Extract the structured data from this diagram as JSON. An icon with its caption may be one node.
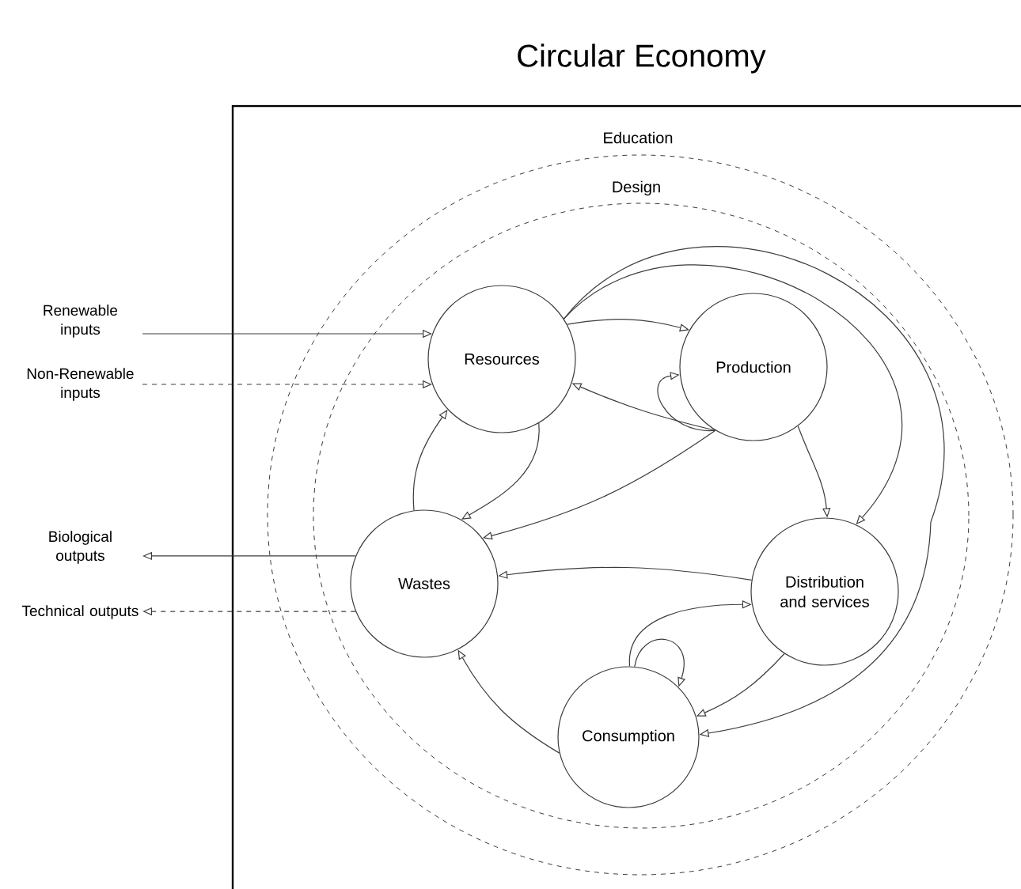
{
  "diagram": {
    "title": "Circular Economy",
    "nodes": [
      {
        "text": [
          "Education"
        ]
      },
      {
        "text": [
          "Design"
        ],
        "in": 0
      },
      {
        "text": [
          "Renewable inputs"
        ]
      },
      {
        "text": [
          "Non-Renewable inputs"
        ]
      },
      {
        "text": [
          "Biological outputs"
        ]
      },
      {
        "text": [
          "Technical outputs"
        ]
      },
      {
        "text": [
          "Resources"
        ],
        "in": 1
      },
      {
        "text": [
          "Production"
        ],
        "in": 1
      },
      {
        "text": [
          "Wastes"
        ],
        "in": 1
      },
      {
        "text": [
          "Distribution and services"
        ],
        "in": 1
      },
      {
        "text": [
          "Consumption"
        ],
        "in": 1
      }
    ],
    "edges": [
      {
        "from": 2,
        "to": 6,
        "arrow": "to"
      },
      {
        "from": 3,
        "to": 6,
        "arrow": "to",
        "style": "dashed"
      },
      {
        "from": 8,
        "to": 4,
        "arrow": "to"
      },
      {
        "from": 8,
        "to": 5,
        "arrow": "to",
        "style": "dashed"
      },
      {
        "from": 6,
        "to": 7,
        "arrow": "to"
      },
      {
        "from": 6,
        "to": 9,
        "arrow": "to"
      },
      {
        "from": 6,
        "to": 10,
        "arrow": "to"
      },
      {
        "from": 7,
        "to": 6,
        "arrow": "to"
      },
      {
        "from": 7,
        "to": 7,
        "arrow": "to"
      },
      {
        "from": 7,
        "to": 8,
        "arrow": "to"
      },
      {
        "from": 6,
        "to": 8,
        "arrow": "to"
      },
      {
        "from": 8,
        "to": 6,
        "arrow": "to"
      },
      {
        "from": 7,
        "to": 9,
        "arrow": "to"
      },
      {
        "from": 9,
        "to": 8,
        "arrow": "to"
      },
      {
        "from": 10,
        "to": 9,
        "arrow": "to"
      },
      {
        "from": 10,
        "to": 10,
        "arrow": "to"
      },
      {
        "from": 9,
        "to": 10,
        "arrow": "to"
      },
      {
        "from": 10,
        "to": 8,
        "arrow": "to"
      }
    ]
  }
}
